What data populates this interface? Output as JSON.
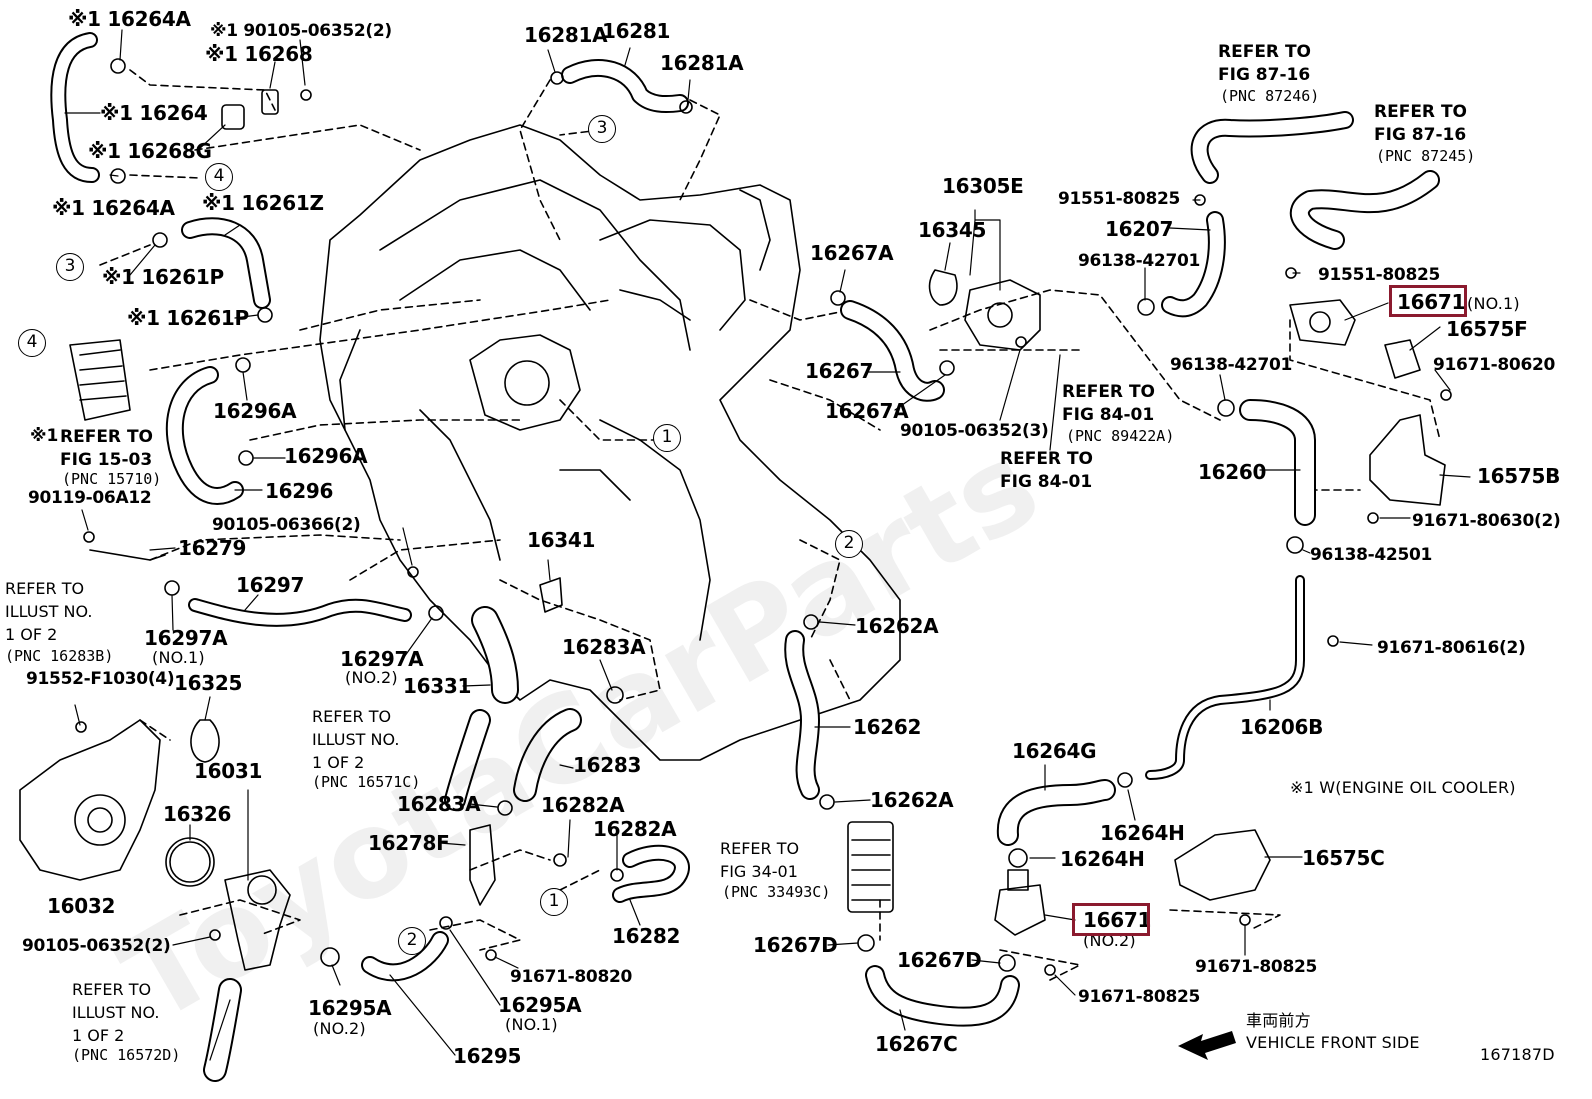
{
  "watermark": "ToyotaCarParts",
  "figure_number": "167187D",
  "direction": {
    "japanese": "車両前方",
    "english": "VEHICLE FRONT SIDE"
  },
  "footnote": "※1  W(ENGINE OIL COOLER)",
  "callouts": [
    "1",
    "2",
    "3",
    "4"
  ],
  "parts": [
    {
      "id": "p01",
      "text": "※1 16264A"
    },
    {
      "id": "p02",
      "text": "※1 90105-06352(2)"
    },
    {
      "id": "p03",
      "text": "※1 16268"
    },
    {
      "id": "p04",
      "text": "※1 16264"
    },
    {
      "id": "p05",
      "text": "※1 16268G"
    },
    {
      "id": "p06",
      "text": "※1 16264A"
    },
    {
      "id": "p07",
      "text": "※1 16261Z"
    },
    {
      "id": "p08",
      "text": "※1 16261P"
    },
    {
      "id": "p09",
      "text": "※1 16261P"
    },
    {
      "id": "p10",
      "text": "16296A"
    },
    {
      "id": "p11",
      "text": "16296A"
    },
    {
      "id": "p12",
      "text": "16296"
    },
    {
      "id": "p13",
      "text": "90119-06A12"
    },
    {
      "id": "p14",
      "text": "16279"
    },
    {
      "id": "p15",
      "text": "16297"
    },
    {
      "id": "p16",
      "text": "16297A"
    },
    {
      "id": "p17",
      "text": "(NO.1)"
    },
    {
      "id": "p18",
      "text": "90105-06366(2)"
    },
    {
      "id": "p19",
      "text": "16297A"
    },
    {
      "id": "p20",
      "text": "(NO.2)"
    },
    {
      "id": "p21",
      "text": "16331"
    },
    {
      "id": "p22",
      "text": "16341"
    },
    {
      "id": "p23",
      "text": "16283A"
    },
    {
      "id": "p24",
      "text": "16283"
    },
    {
      "id": "p25",
      "text": "16283A"
    },
    {
      "id": "p26",
      "text": "16282A"
    },
    {
      "id": "p27",
      "text": "16282A"
    },
    {
      "id": "p28",
      "text": "16282"
    },
    {
      "id": "p29",
      "text": "16278F"
    },
    {
      "id": "p30",
      "text": "91671-80820"
    },
    {
      "id": "p31",
      "text": "16295A"
    },
    {
      "id": "p32",
      "text": "(NO.1)"
    },
    {
      "id": "p33",
      "text": "16295"
    },
    {
      "id": "p34",
      "text": "16295A"
    },
    {
      "id": "p35",
      "text": "(NO.2)"
    },
    {
      "id": "p36",
      "text": "91552-F1030(4)"
    },
    {
      "id": "p37",
      "text": "16325"
    },
    {
      "id": "p38",
      "text": "16031"
    },
    {
      "id": "p39",
      "text": "16326"
    },
    {
      "id": "p40",
      "text": "16032"
    },
    {
      "id": "p41",
      "text": "90105-06352(2)"
    },
    {
      "id": "p42",
      "text": "16281A"
    },
    {
      "id": "p43",
      "text": "16281"
    },
    {
      "id": "p44",
      "text": "16281A"
    },
    {
      "id": "p45",
      "text": "16267A"
    },
    {
      "id": "p46",
      "text": "16267"
    },
    {
      "id": "p47",
      "text": "16267A"
    },
    {
      "id": "p48",
      "text": "16305E"
    },
    {
      "id": "p49",
      "text": "16345"
    },
    {
      "id": "p50",
      "text": "90105-06352(3)"
    },
    {
      "id": "p51",
      "text": "91551-80825"
    },
    {
      "id": "p52",
      "text": "16207"
    },
    {
      "id": "p53",
      "text": "96138-42701"
    },
    {
      "id": "p54",
      "text": "91551-80825"
    },
    {
      "id": "p55",
      "text": "16671"
    },
    {
      "id": "p56",
      "text": "(NO.1)"
    },
    {
      "id": "p57",
      "text": "16575F"
    },
    {
      "id": "p58",
      "text": "96138-42701"
    },
    {
      "id": "p59",
      "text": "91671-80620"
    },
    {
      "id": "p60",
      "text": "16260"
    },
    {
      "id": "p61",
      "text": "16575B"
    },
    {
      "id": "p62",
      "text": "91671-80630(2)"
    },
    {
      "id": "p63",
      "text": "96138-42501"
    },
    {
      "id": "p64",
      "text": "91671-80616(2)"
    },
    {
      "id": "p65",
      "text": "16206B"
    },
    {
      "id": "p66",
      "text": "16262A"
    },
    {
      "id": "p67",
      "text": "16262"
    },
    {
      "id": "p68",
      "text": "16262A"
    },
    {
      "id": "p69",
      "text": "16267D"
    },
    {
      "id": "p70",
      "text": "16267D"
    },
    {
      "id": "p71",
      "text": "16267C"
    },
    {
      "id": "p72",
      "text": "16264G"
    },
    {
      "id": "p73",
      "text": "16264H"
    },
    {
      "id": "p74",
      "text": "16264H"
    },
    {
      "id": "p75",
      "text": "16671"
    },
    {
      "id": "p76",
      "text": "(NO.2)"
    },
    {
      "id": "p77",
      "text": "91671-80825"
    },
    {
      "id": "p78",
      "text": "16575C"
    },
    {
      "id": "p79",
      "text": "91671-80825"
    }
  ],
  "references": [
    {
      "id": "r01",
      "text": "REFER TO\nFIG 87-16",
      "pnc": "(PNC 87246)"
    },
    {
      "id": "r02",
      "text": "REFER TO\nFIG 87-16",
      "pnc": "(PNC 87245)"
    },
    {
      "id": "r03",
      "text": "REFER TO\nFIG 84-01",
      "pnc": "(PNC 89422A)"
    },
    {
      "id": "r04",
      "text": "REFER TO\nFIG 84-01",
      "pnc": ""
    },
    {
      "id": "r05",
      "text": "REFER TO\nFIG 15-03",
      "pnc": "(PNC 15710)"
    },
    {
      "id": "r06",
      "text": "REFER TO\nILLUST NO.\n1 OF 2",
      "pnc": "(PNC 16283B)"
    },
    {
      "id": "r07",
      "text": "REFER TO\nILLUST NO.\n1 OF 2",
      "pnc": "(PNC 16571C)"
    },
    {
      "id": "r08",
      "text": "REFER TO\nFIG 34-01",
      "pnc": "(PNC 33493C)"
    },
    {
      "id": "r09",
      "text": "REFER TO\nILLUST NO.\n1 OF 2",
      "pnc": "(PNC 16572D)"
    }
  ],
  "ref_prefix": "※1",
  "highlight_color": "#8b1a2e"
}
